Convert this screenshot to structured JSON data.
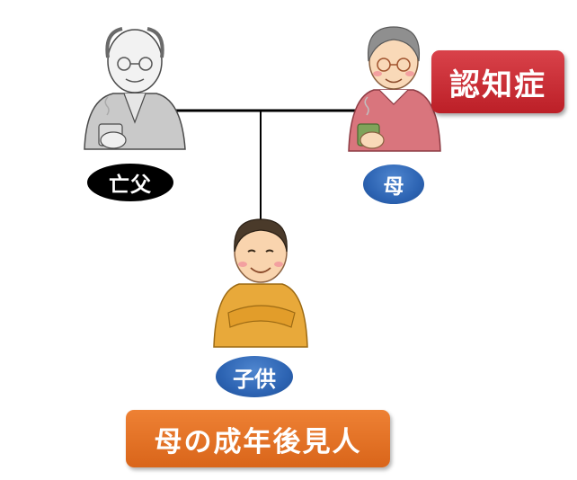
{
  "father": {
    "label": "亡父",
    "icon": "elderly-man-with-tea-icon"
  },
  "mother": {
    "label": "母",
    "icon": "elderly-woman-with-tea-icon"
  },
  "child": {
    "label": "子供",
    "icon": "man-arms-crossed-icon"
  },
  "dementia_badge": {
    "text": "認知症"
  },
  "guardian_badge": {
    "text": "母の成年後見人"
  },
  "colors": {
    "father_label": "#000000",
    "person_label": "#2d64b3",
    "dementia_badge": "#c8282f",
    "guardian_badge": "#e46f25",
    "connector": "#000000"
  }
}
